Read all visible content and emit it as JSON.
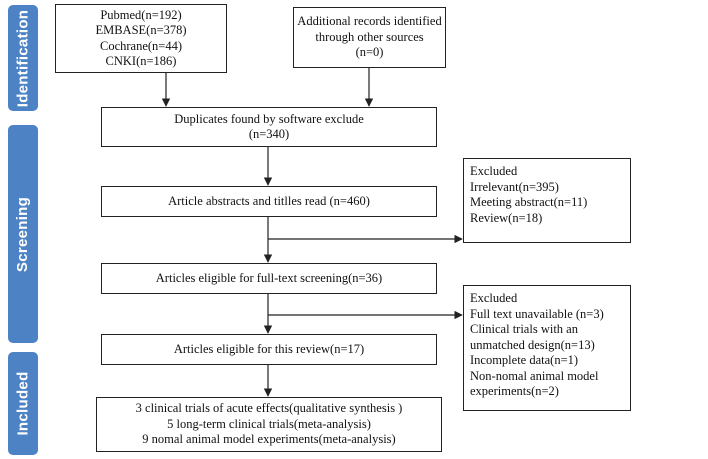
{
  "phases": {
    "identification": "Identification",
    "screening": "Screening",
    "included": "Included"
  },
  "identification": {
    "databases": [
      "Pubmed(n=192)",
      "EMBASE(n=378)",
      "Cochrane(n=44)",
      "CNKI(n=186)"
    ],
    "other_sources": [
      "Additional records identified",
      "through other sources",
      "(n=0)"
    ]
  },
  "screening": {
    "duplicates": [
      "Duplicates found by software exclude",
      "(n=340)"
    ],
    "abstracts": "Article abstracts and titlles read (n=460)",
    "excluded_1": [
      "Excluded",
      "Irrelevant(n=395)",
      "Meeting abstract(n=11)",
      "Review(n=18)"
    ],
    "full_text": "Articles eligible for full-text screening(n=36)",
    "excluded_2": [
      "Excluded",
      "Full text unavailable (n=3)",
      "Clinical trials with an",
      "unmatched design(n=13)",
      "Incomplete data(n=1)",
      "Non-nomal animal model",
      "experiments(n=2)"
    ]
  },
  "included": {
    "eligible": "Articles eligible for this review(n=17)",
    "final": [
      "3 clinical trials of acute effects(qualitative synthesis )",
      "5 long-term clinical trials(meta-analysis)",
      "9 nomal animal model experiments(meta-analysis)"
    ]
  }
}
